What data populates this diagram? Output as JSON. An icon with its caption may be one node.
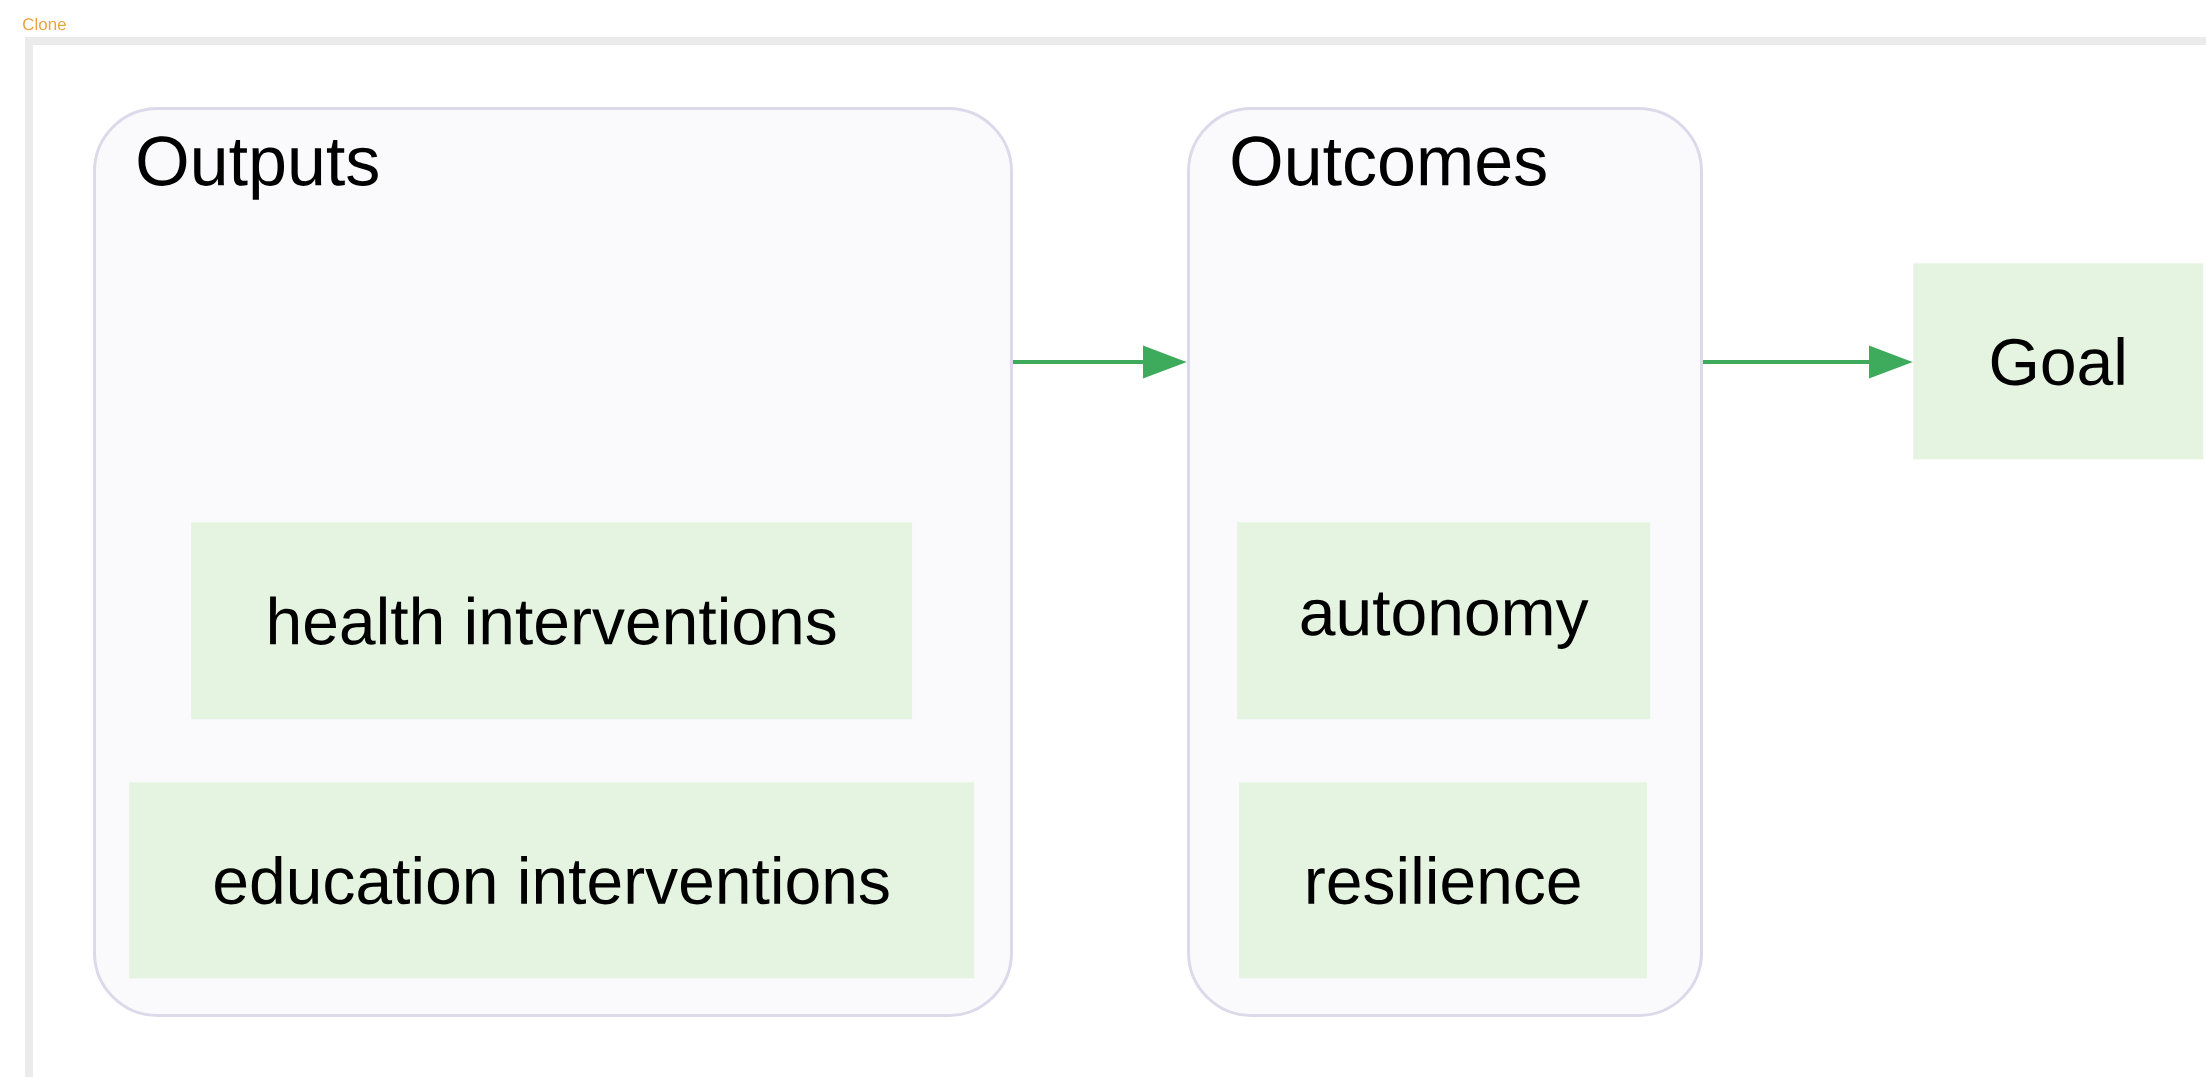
{
  "diagram": {
    "nodes": [
      {
        "text": [
          "Outputs"
        ]
      },
      {
        "text": [
          "health interventions"
        ],
        "in": 0
      },
      {
        "text": [
          "education interventions"
        ],
        "in": 0
      },
      {
        "text": [
          "Outcomes"
        ]
      },
      {
        "text": [
          "autonomy"
        ],
        "in": 3
      },
      {
        "text": [
          "resilience"
        ],
        "in": 3
      },
      {
        "text": [
          "Goal"
        ]
      }
    ],
    "edges": [
      {
        "from": 0,
        "to": 3,
        "arrow": "to"
      },
      {
        "from": 3,
        "to": 6,
        "arrow": "to"
      }
    ],
    "labels": [
      "Clone"
    ]
  }
}
